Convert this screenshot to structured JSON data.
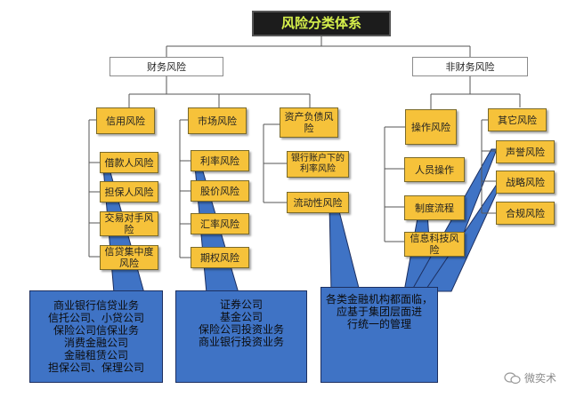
{
  "title": "风险分类体系",
  "categories": {
    "financial": "财务风险",
    "non_financial": "非财务风险"
  },
  "financial": {
    "credit": {
      "head": "信用风险",
      "items": [
        "借款人风险",
        "担保人风险",
        "交易对手风险",
        "信贷集中度风险"
      ]
    },
    "market": {
      "head": "市场风险",
      "items": [
        "利率风险",
        "股价风险",
        "汇率风险",
        "期权风险"
      ]
    },
    "alm": {
      "head": "资产负债风险",
      "items": [
        "银行账户下的利率风险",
        "流动性风险"
      ]
    }
  },
  "non_financial": {
    "operational": {
      "head": "操作风险",
      "items": [
        "人员操作",
        "制度流程",
        "信息科技风险"
      ]
    },
    "other": {
      "head": "其它风险",
      "items": [
        "声誉风险",
        "战略风险",
        "合规风险"
      ]
    }
  },
  "callouts": {
    "credit": [
      "商业银行信贷业务",
      "信托公司、小贷公司",
      "保险公司信保业务",
      "消费金融公司",
      "金融租赁公司",
      "担保公司、保理公司"
    ],
    "market": [
      "证券公司",
      "基金公司",
      "保险公司投资业务",
      "商业银行投资业务"
    ],
    "non_financial": [
      "各类金融机构都面临，",
      "应基于集团层面进",
      "行统一的管理"
    ]
  },
  "watermark": "微奕术",
  "colors": {
    "box_fill": "#f6c23a",
    "callout_fill": "#3f73c5",
    "title_bg": "#1c1c1c",
    "title_text": "#d6f04b"
  }
}
